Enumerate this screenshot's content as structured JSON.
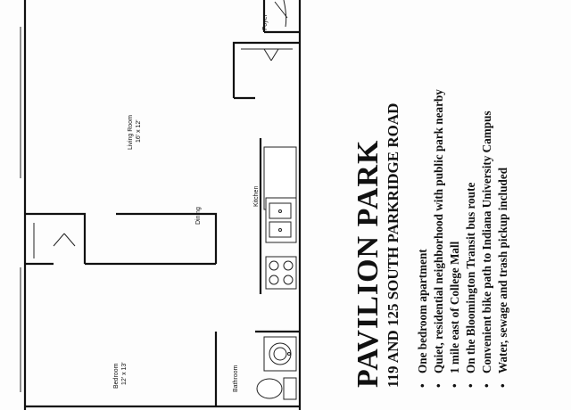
{
  "property": {
    "name": "PAVILION PARK",
    "address": "119 AND 125 SOUTH PARKRIDGE ROAD",
    "features": [
      "One bedroom apartment",
      "Quiet, residential neighborhood with public park nearby",
      "1 mile east of College Mall",
      "On the Bloomington Transit bus route",
      "Convenient bike path to Indiana University Campus",
      "Water, sewage and trash pickup included"
    ]
  },
  "floor_plan": {
    "rooms": {
      "foyer": "Foyer",
      "living_room": "Living Room",
      "living_room_size": "16' x 12'",
      "kitchen": "Kitchen",
      "dining": "Dining",
      "bedroom": "Bedroom",
      "bedroom_size": "12' x 13'",
      "bathroom": "Bathroom"
    }
  }
}
